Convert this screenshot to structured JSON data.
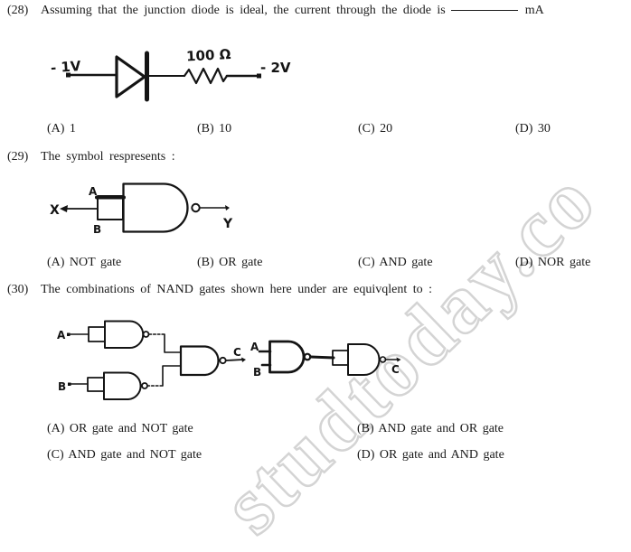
{
  "watermark": {
    "text": "studtoday.co",
    "color": "#d4d4d4"
  },
  "q28": {
    "number": "(28)",
    "text": "Assuming that the junction diode is ideal, the current through the diode is",
    "suffix": "mA",
    "circuit": {
      "left_voltage": "- 1V",
      "resistor_value": "100 Ω",
      "right_voltage": "- 2V"
    },
    "options": [
      "(A) 1",
      "(B) 10",
      "(C) 20",
      "(D) 30"
    ]
  },
  "q29": {
    "number": "(29)",
    "text": "The symbol respresents :",
    "symbol_labels": {
      "input": "X",
      "top_input": "A",
      "bottom_input": "B",
      "output": "Y"
    },
    "options": [
      "(A) NOT gate",
      "(B) OR gate",
      "(C) AND gate",
      "(D) NOR gate"
    ]
  },
  "q30": {
    "number": "(30)",
    "text": "The combinations of NAND gates shown here under are equivqlent to :",
    "left_circuit_labels": {
      "input_a": "A",
      "input_b": "B",
      "output": "C"
    },
    "right_circuit_labels": {
      "input_a": "A",
      "input_b": "B",
      "output": "C"
    },
    "options": [
      "(A) OR gate and NOT gate",
      "(B) AND gate and OR gate",
      "(C) AND gate and NOT gate",
      "(D) OR gate and AND gate"
    ]
  }
}
